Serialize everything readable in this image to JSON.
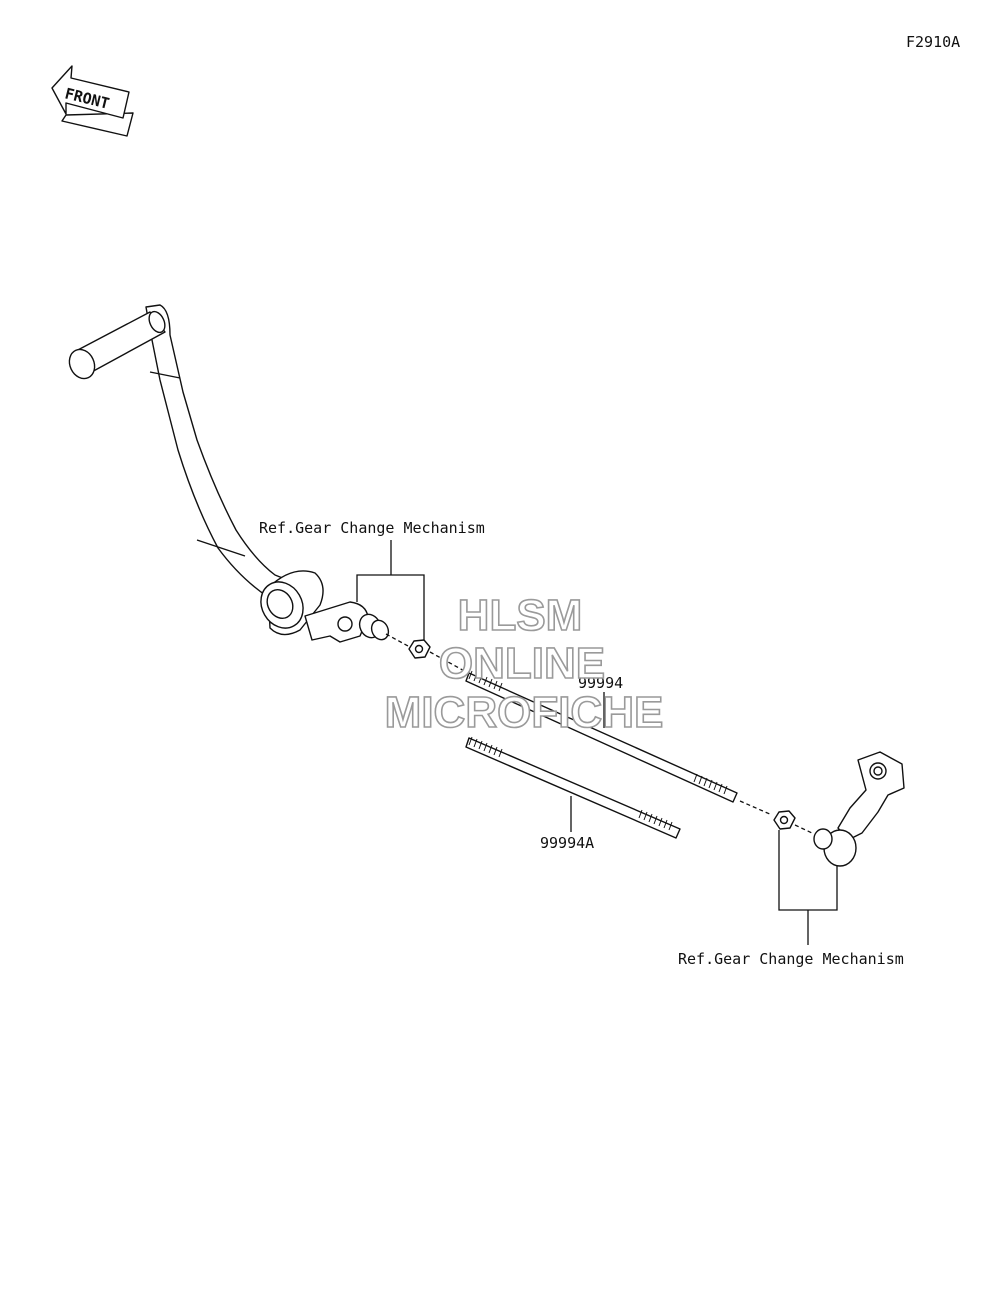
{
  "figure_code": "F2910A",
  "front_badge": {
    "text": "FRONT",
    "icon": "front-arrow-icon"
  },
  "watermark": {
    "line1": "HLSM",
    "line2": "ONLINE",
    "line3": "MICROFICHE"
  },
  "callouts": {
    "ref_upper": "Ref.Gear Change Mechanism",
    "ref_lower": "Ref.Gear Change Mechanism",
    "rod_main": "99994",
    "rod_alt": "99994A"
  }
}
